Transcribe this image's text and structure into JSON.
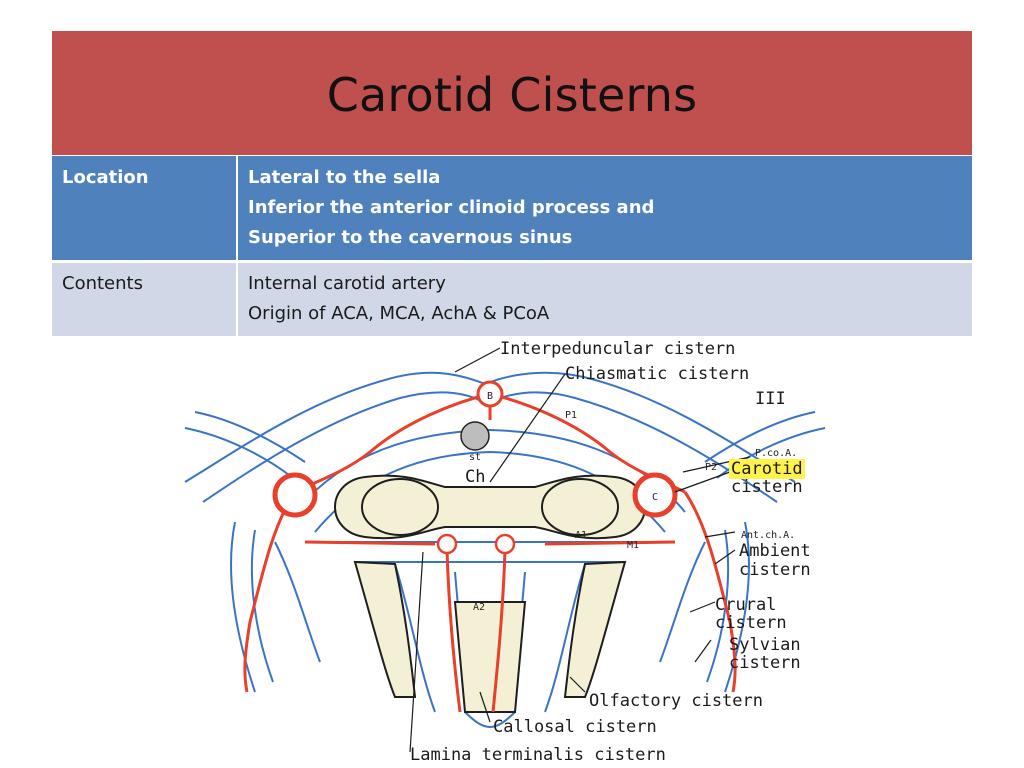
{
  "slide": {
    "title": "Carotid Cisterns"
  },
  "table": {
    "rows": [
      {
        "label": "Location",
        "lines": [
          "Lateral to the sella",
          "Inferior the anterior clinoid process and",
          "Superior to the cavernous sinus"
        ]
      },
      {
        "label": "Contents",
        "lines": [
          "Internal carotid artery",
          "Origin of ACA, MCA, AchA & PCoA"
        ]
      }
    ]
  },
  "diagram": {
    "labels": {
      "interpeduncular": "Interpeduncular cistern",
      "chiasmatic": "Chiasmatic cistern",
      "nerve_iii": "III",
      "pcoa": "P.co.A.",
      "p1": "P1",
      "p2": "P2",
      "carotid": "Carotid",
      "carotid_cistern": "cistern",
      "antcha": "Ant.ch.A.",
      "ambient": "Ambient",
      "ambient_cistern": "cistern",
      "crural": "Crural",
      "crural_cistern": "cistern",
      "sylvian": "Sylvian",
      "sylvian_cistern": "cistern",
      "olfactory": "Olfactory cistern",
      "callosal": "Callosal cistern",
      "lamina": "Lamina terminalis cistern",
      "basilar": "B",
      "carotid_circle": "C",
      "stalk": "st",
      "chiasm": "Ch",
      "a1": "A1",
      "a2": "A2",
      "m1": "M1"
    },
    "colors": {
      "artery": "#e8402a",
      "outline": "#3a74c4",
      "fill": "#f3f0d6"
    }
  }
}
